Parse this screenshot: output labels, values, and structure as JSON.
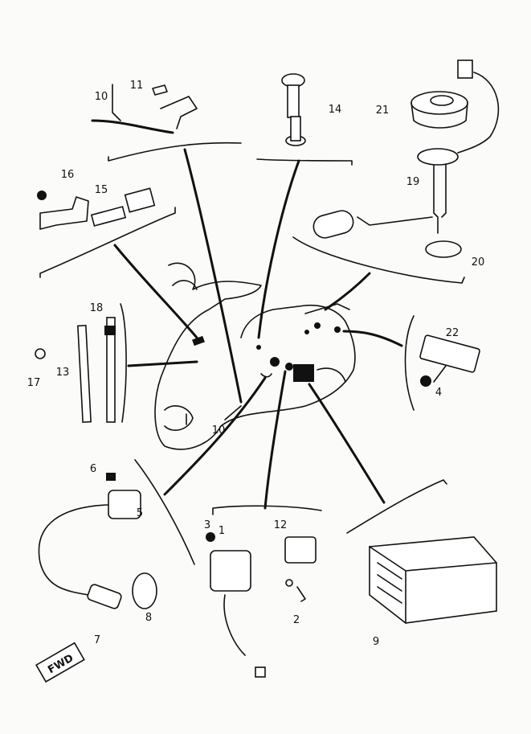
{
  "diagram": {
    "callouts": [
      "11",
      "10",
      "14",
      "21",
      "16",
      "15",
      "19",
      "20",
      "18",
      "17",
      "13",
      "22",
      "4",
      "10",
      "6",
      "5",
      "3",
      "1",
      "12",
      "2",
      "9",
      "8",
      "7"
    ],
    "direction_marker": "FWD",
    "colors": {
      "ink": "#111111",
      "paper": "#fbfbf9"
    }
  }
}
